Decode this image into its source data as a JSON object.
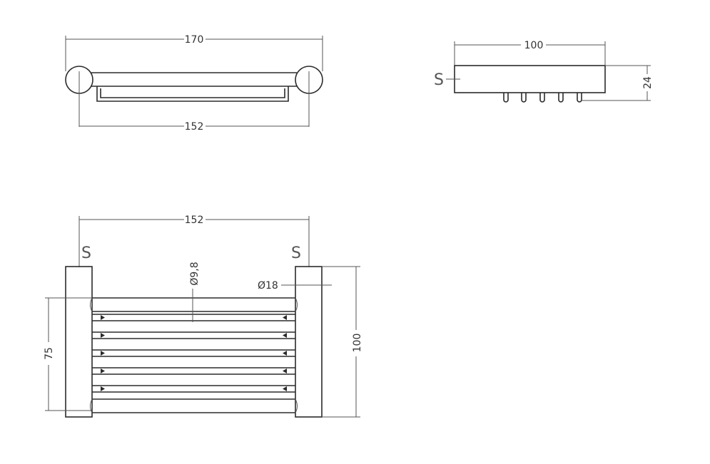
{
  "drawing": {
    "front_view": {
      "overall_width": "170",
      "bar_width": "152"
    },
    "side_view": {
      "depth": "100",
      "height": "24",
      "section_mark": "S"
    },
    "top_view": {
      "width": "152",
      "rod_diameter": "Ø9,8",
      "end_diameter": "Ø18",
      "inner_depth": "75",
      "overall_depth": "100",
      "section_mark_left": "S",
      "section_mark_right": "S"
    }
  }
}
